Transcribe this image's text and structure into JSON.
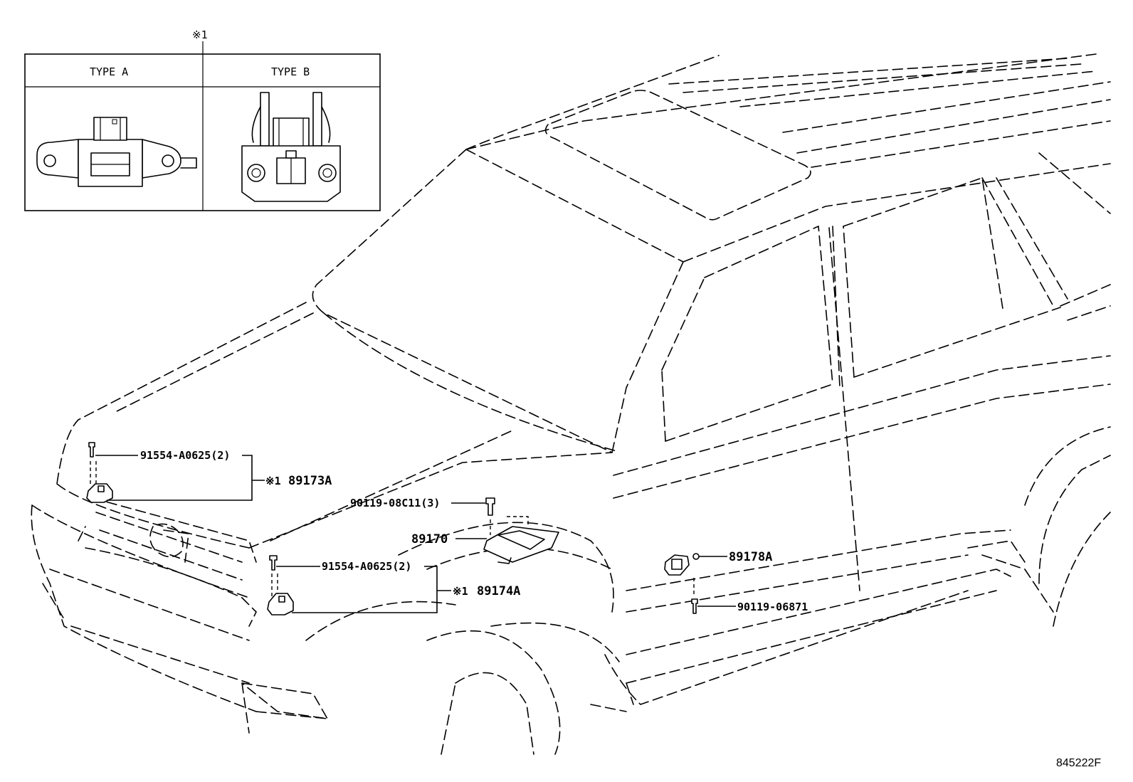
{
  "inset": {
    "reference_mark": "※1",
    "columns": [
      "TYPE A",
      "TYPE B"
    ]
  },
  "callouts": {
    "bolt_front_left": "91554-A0625(2)",
    "sensor_front_left_mark": "※1",
    "sensor_front_left": "89173A",
    "bolt_ecu": "90119-08C11(3)",
    "ecu": "89170",
    "bolt_front_right": "91554-A0625(2)",
    "sensor_front_right_mark": "※1",
    "sensor_front_right": "89174A",
    "sensor_side": "89178A",
    "bolt_side": "90119-06871"
  },
  "figure_id": "845222F"
}
